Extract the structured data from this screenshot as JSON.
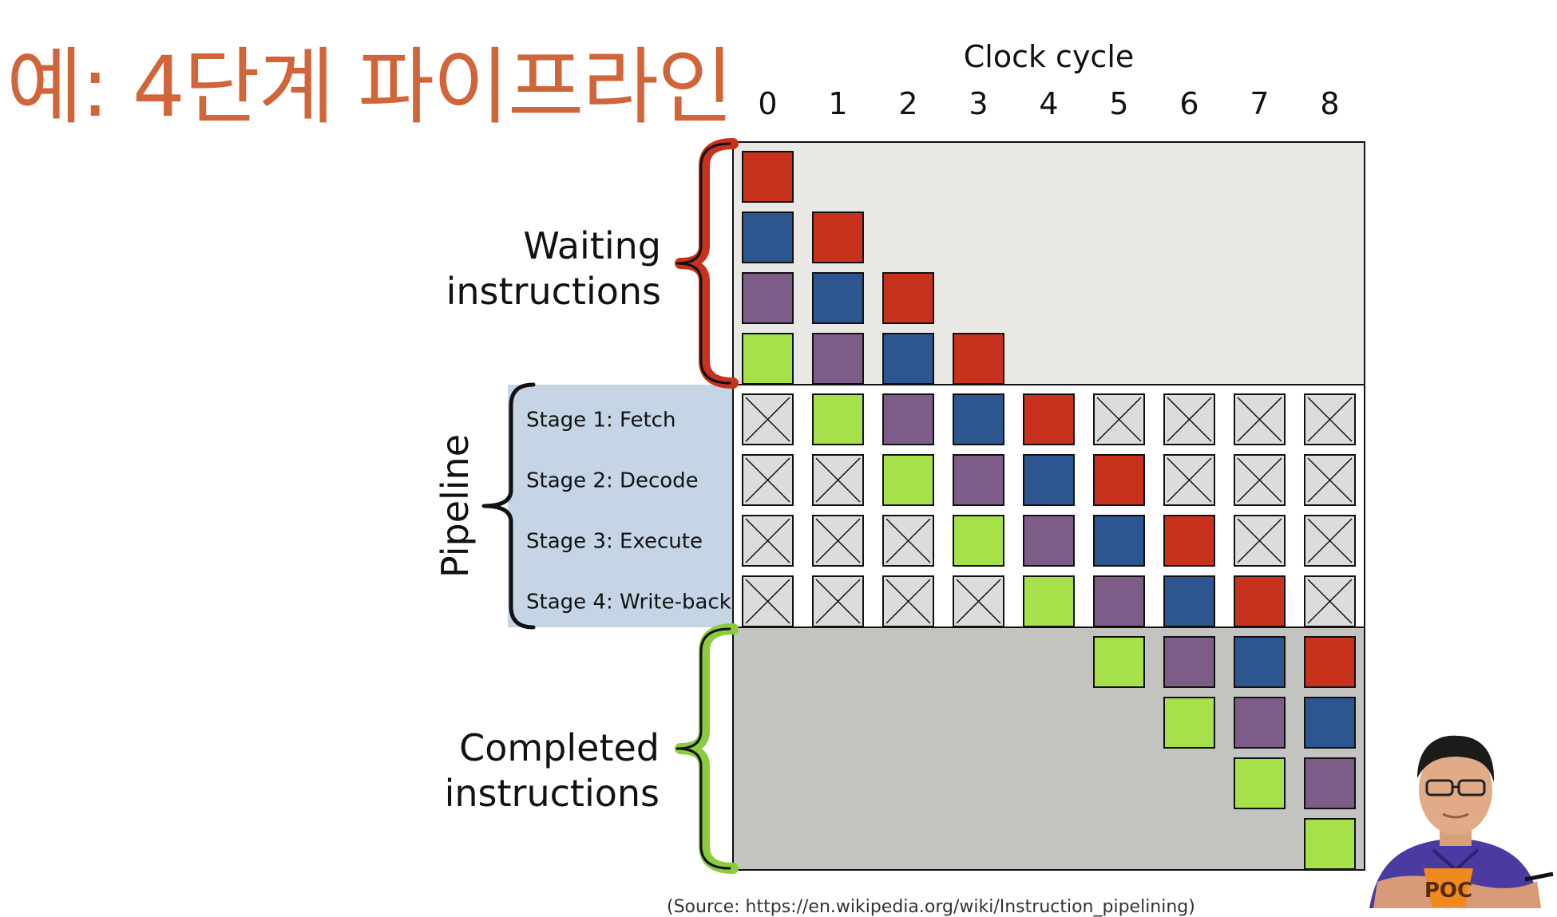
{
  "slide": {
    "title": "예: 4단계 파이프라인"
  },
  "diagram": {
    "clock_title": "Clock cycle",
    "cycles": [
      "0",
      "1",
      "2",
      "3",
      "4",
      "5",
      "6",
      "7",
      "8"
    ],
    "waiting_label_lines": [
      "Waiting",
      "instructions"
    ],
    "pipeline_label": "Pipeline",
    "completed_label_lines": [
      "Completed",
      "instructions"
    ],
    "stages": [
      "Stage 1: Fetch",
      "Stage 2: Decode",
      "Stage 3: Execute",
      "Stage 4: Write-back"
    ],
    "colors": {
      "red": "#c8321c",
      "blue": "#2d5590",
      "purple": "#7d5d88",
      "green": "#a6e14a",
      "empty": "#dcdcdc",
      "waiting_bg": "#e8e8e4",
      "pipeline_label_bg": "#c5d5e6",
      "completed_bg": "#c3c4c0",
      "waiting_brace": "#c8321c",
      "pipeline_brace": "#111111",
      "completed_brace": "#8ccc3c"
    },
    "waiting": [
      [
        "red",
        "",
        "",
        "",
        "",
        "",
        "",
        "",
        ""
      ],
      [
        "blue",
        "red",
        "",
        "",
        "",
        "",
        "",
        "",
        ""
      ],
      [
        "purple",
        "blue",
        "red",
        "",
        "",
        "",
        "",
        "",
        ""
      ],
      [
        "green",
        "purple",
        "blue",
        "red",
        "",
        "",
        "",
        "",
        ""
      ]
    ],
    "pipeline": [
      [
        "empty",
        "green",
        "purple",
        "blue",
        "red",
        "empty",
        "empty",
        "empty",
        "empty"
      ],
      [
        "empty",
        "empty",
        "green",
        "purple",
        "blue",
        "red",
        "empty",
        "empty",
        "empty"
      ],
      [
        "empty",
        "empty",
        "empty",
        "green",
        "purple",
        "blue",
        "red",
        "empty",
        "empty"
      ],
      [
        "empty",
        "empty",
        "empty",
        "empty",
        "green",
        "purple",
        "blue",
        "red",
        "empty"
      ]
    ],
    "completed": [
      [
        "",
        "",
        "",
        "",
        "",
        "green",
        "purple",
        "blue",
        "red"
      ],
      [
        "",
        "",
        "",
        "",
        "",
        "",
        "green",
        "purple",
        "blue"
      ],
      [
        "",
        "",
        "",
        "",
        "",
        "",
        "",
        "green",
        "purple"
      ],
      [
        "",
        "",
        "",
        "",
        "",
        "",
        "",
        "",
        "green"
      ]
    ]
  },
  "presenter": {
    "shirt_logo": "POC"
  },
  "source_note": "(Source: https://en.wikipedia.org/wiki/Instruction_pipelining)"
}
